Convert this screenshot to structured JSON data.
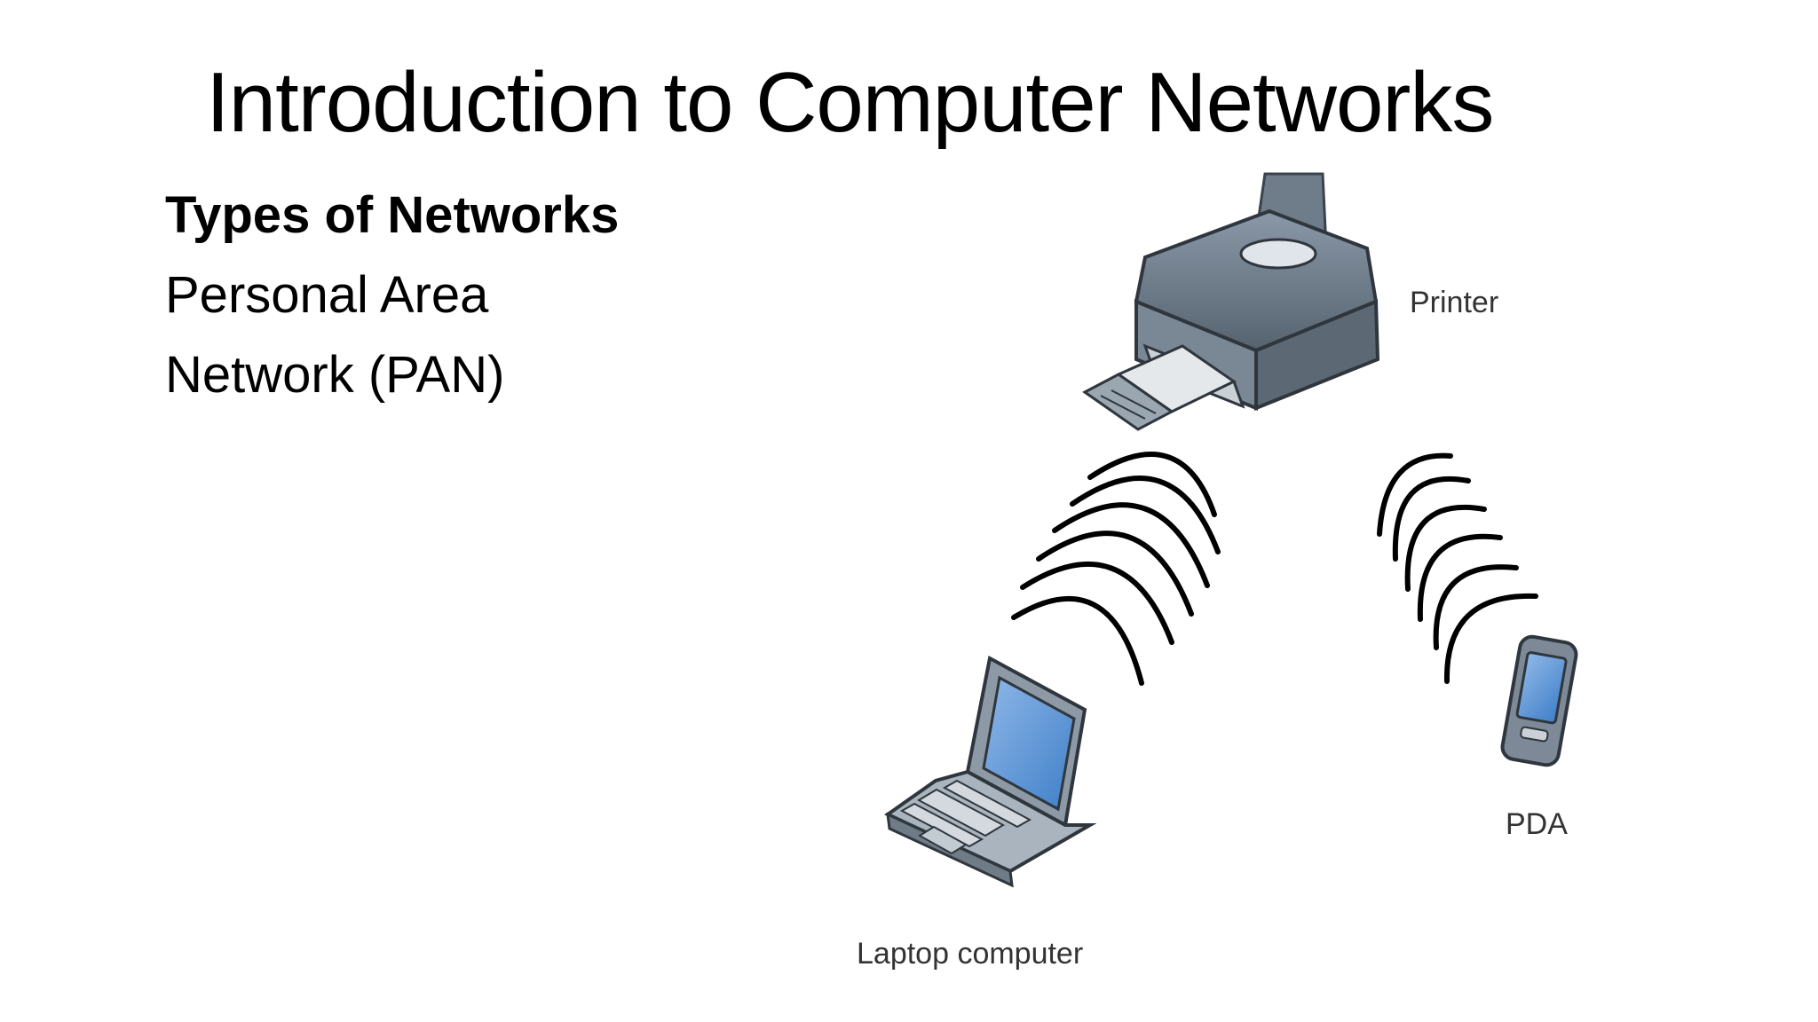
{
  "slide": {
    "title": "Introduction to Computer Networks",
    "body": {
      "heading": "Types of Networks",
      "line1": "Personal Area",
      "line2": "Network (PAN)"
    }
  },
  "figure": {
    "labels": {
      "printer": "Printer",
      "pda": "PDA",
      "laptop": "Laptop computer"
    }
  }
}
